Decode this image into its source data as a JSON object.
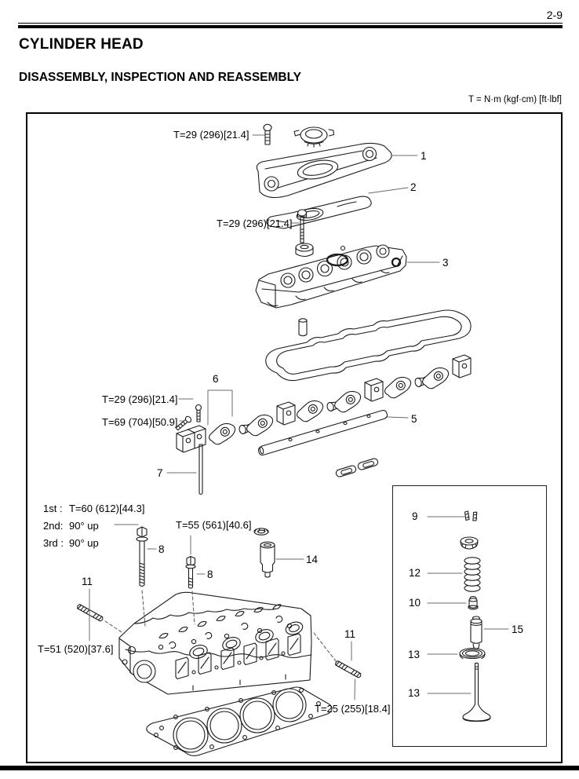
{
  "page": {
    "number": "2-9",
    "title": "CYLINDER HEAD",
    "subtitle": "DISASSEMBLY, INSPECTION AND REASSEMBLY",
    "torque_legend": "T = N·m (kgf·cm) [ft·lbf]"
  },
  "figure": {
    "torque_labels": {
      "cover_bolt_upper": "T=29 (296)[21.4]",
      "cover_bolt_lower": "T=29 (296)[21.4]",
      "rocker_set_bolt": "T=29 (296)[21.4]",
      "rocker_shaft_bolt": "T=69 (704)[50.9]",
      "nozzle_bolt": "T=55 (561)[40.6]",
      "stud_front": "T=51 (520)[37.6]",
      "stud_rear": "T=25 (255)[18.4]"
    },
    "head_bolt_note": {
      "line1_label": "1st :",
      "line1_value": "T=60 (612)[44.3]",
      "line2_label": "2nd:",
      "line2_value": "90° up",
      "line3_label": "3rd :",
      "line3_value": "90° up"
    },
    "callouts": {
      "head_cover": "1",
      "cover_plate": "2",
      "valve_cover": "3",
      "rocker_shaft": "5",
      "rocker_arms": "6",
      "shaft_rod": "7",
      "head_bolt_long": "8",
      "head_bolt_short": "8",
      "valve_keepers": "9",
      "stem_seal": "10",
      "stud_front": "11",
      "stud_rear": "11",
      "valve_spring": "12",
      "spring_seat": "13",
      "valve": "13",
      "nozzle_sleeve": "14",
      "valve_guide": "15"
    }
  }
}
